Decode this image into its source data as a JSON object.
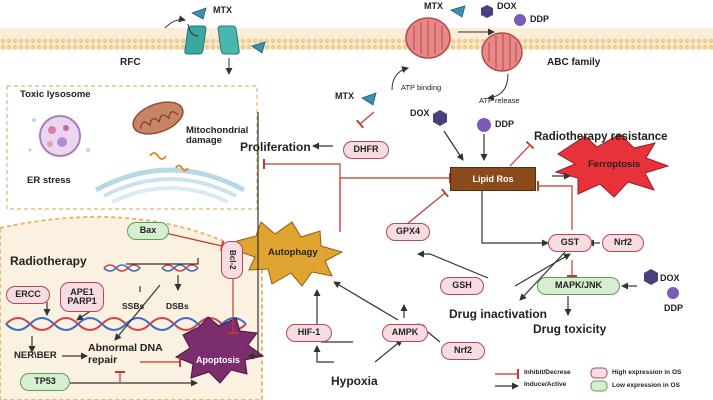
{
  "drugs": {
    "mtx_top": "MTX",
    "mtx_top_right": "MTX",
    "mtx_left": "MTX",
    "dox_top": "DOX",
    "dox_center": "DOX",
    "dox_right": "DOX",
    "ddp_top": "DDP",
    "ddp_center": "DDP",
    "ddp_right": "DDP"
  },
  "transport": {
    "rfc": "RFC",
    "abc_family": "ABC family",
    "atp_binding": "ATP binding",
    "atp_release": "ATP release"
  },
  "organelles": {
    "toxic_lysosome": "Toxic lysosome",
    "mitochondrial_damage": "Mitochondrial damage",
    "er_stress": "ER stress"
  },
  "radio": {
    "radiotherapy": "Radiotherapy",
    "ercc": "ERCC",
    "ape1_parp1": "APE1 PARP1",
    "ssbs": "SSBs",
    "dsbs": "DSBs",
    "ner_ber": "NER\\BER",
    "abnormal_repair": "Abnormal DNA repair",
    "tp53": "TP53",
    "bax": "Bax",
    "bcl2": "Bcl-2",
    "apoptosis": "Apoptosis"
  },
  "center": {
    "proliferation": "Proliferation",
    "dhfr": "DHFR",
    "lipid_ros": "Lipid Ros",
    "radiotherapy_resistance": "Radiotherapy resistance",
    "ferroptosis": "Ferroptosis",
    "gpx4": "GPX4",
    "gsh": "GSH",
    "gst": "GST",
    "nrf2_right": "Nrf2",
    "mapk_jnk": "MAPK/JNK",
    "drug_inactivation": "Drug inactivation",
    "drug_toxicity": "Drug toxicity",
    "autophagy": "Autophagy",
    "hif1": "HIF-1",
    "ampk": "AMPK",
    "hypoxia": "Hypoxia",
    "nrf2_bottom": "Nrf2"
  },
  "legend": {
    "inhibit": "Inhibit/Decrese",
    "induce": "Induce/Active",
    "high_os": "High expression in OS",
    "low_os": "Low expression in OS"
  },
  "colors": {
    "inhibit": "#c0392b",
    "induce": "#333333",
    "high_fill": "#f7dde2",
    "high_border": "#b2485a",
    "low_fill": "#d7efd0",
    "low_border": "#5f9f55",
    "lipid_ros": "#8a4a1c",
    "ferroptosis": "#e8323a",
    "autophagy": "#e0a530",
    "apoptosis": "#7b2d6e",
    "drug_dox": "#4a3f7e",
    "drug_ddp": "#7b5bb5",
    "drug_mtx": "#3a8fb3",
    "membrane": "#f3e0b9"
  }
}
